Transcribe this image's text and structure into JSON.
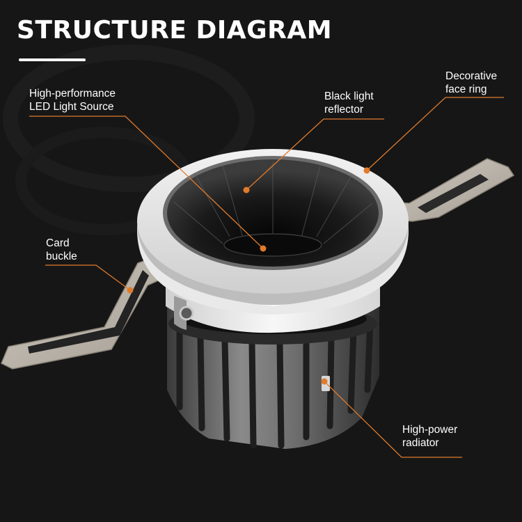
{
  "title": "STRUCTURE DIAGRAM",
  "colors": {
    "background": "#161616",
    "leader_line": "#e07b2c",
    "text": "#ffffff"
  },
  "callouts": {
    "led_source": {
      "line1": "High-performance",
      "line2": "LED Light Source"
    },
    "reflector": {
      "line1": "Black light",
      "line2": "reflector"
    },
    "face_ring": {
      "line1": "Decorative",
      "line2": "face ring"
    },
    "card_buckle": {
      "line1": "Card",
      "line2": "buckle"
    },
    "radiator": {
      "line1": "High-power",
      "line2": "radiator"
    }
  }
}
